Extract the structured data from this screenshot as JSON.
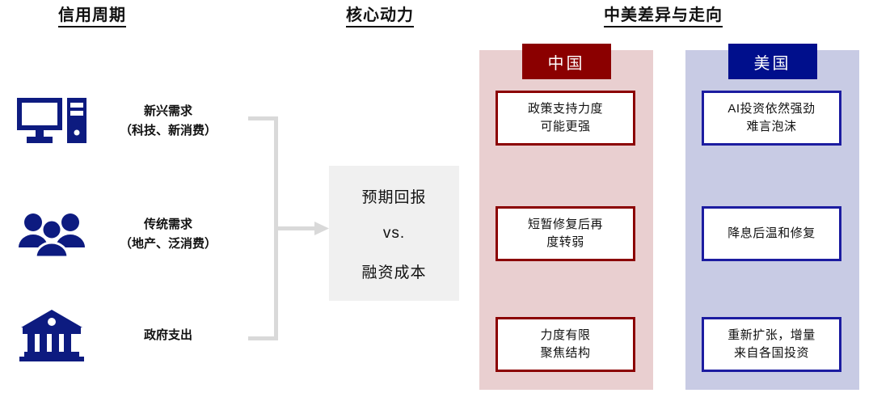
{
  "sections": {
    "credit_cycle": "信用周期",
    "core_driver": "核心动力",
    "diff_outlook": "中美差异与走向"
  },
  "left_column": {
    "rows": [
      {
        "icon": "desktop-computer-icon",
        "line1": "新兴需求",
        "line2": "（科技、新消费）"
      },
      {
        "icon": "people-group-icon",
        "line1": "传统需求",
        "line2": "（地产、泛消费）"
      },
      {
        "icon": "government-building-icon",
        "line1": "政府支出",
        "line2": ""
      }
    ]
  },
  "core_box": {
    "line1": "预期回报",
    "line2": "vs.",
    "line3": "融资成本",
    "background": "#f0f0f0"
  },
  "panels": [
    {
      "key": "china",
      "header": "中国",
      "header_color": "#8b0000",
      "panel_color": "#e9cfd0",
      "border_color": "#8b0000",
      "cards": [
        {
          "line1": "政策支持力度",
          "line2": "可能更强"
        },
        {
          "line1": "短暂修复后再",
          "line2": "度转弱"
        },
        {
          "line1": "力度有限",
          "line2": "聚焦结构"
        }
      ]
    },
    {
      "key": "usa",
      "header": "美国",
      "header_color": "#000f8c",
      "panel_color": "#c8cbe4",
      "border_color": "#1c1ca0",
      "cards": [
        {
          "line1": "AI投资依然强劲",
          "line2": "难言泡沫"
        },
        {
          "line1": "降息后温和修复",
          "line2": ""
        },
        {
          "line1": "重新扩张，增量",
          "line2": "来自各国投资"
        }
      ]
    }
  ],
  "colors": {
    "icon_navy": "#0d1b80",
    "connector_grey": "#d9d9d9",
    "text": "#111111"
  }
}
